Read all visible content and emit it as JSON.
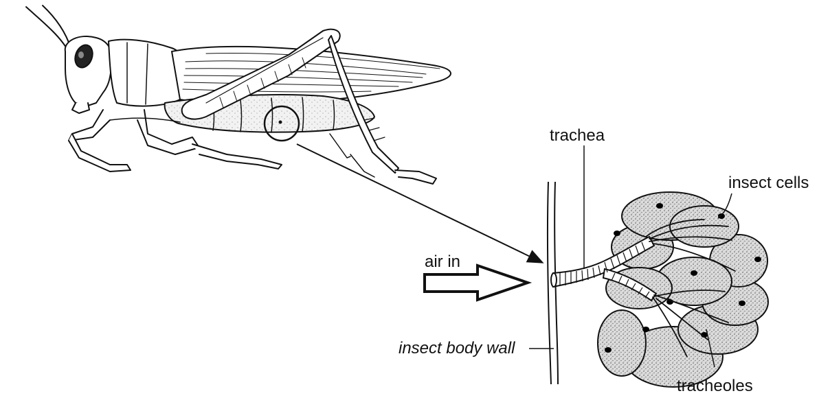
{
  "labels": {
    "trachea": "trachea",
    "insect_cells": "insect cells",
    "air_in": "air in",
    "insect_body_wall": "insect body wall",
    "tracheoles": "tracheoles"
  },
  "colors": {
    "ink": "#111111",
    "background": "#ffffff",
    "cell_fill": "#d9d9d9",
    "nucleus": "#000000"
  }
}
